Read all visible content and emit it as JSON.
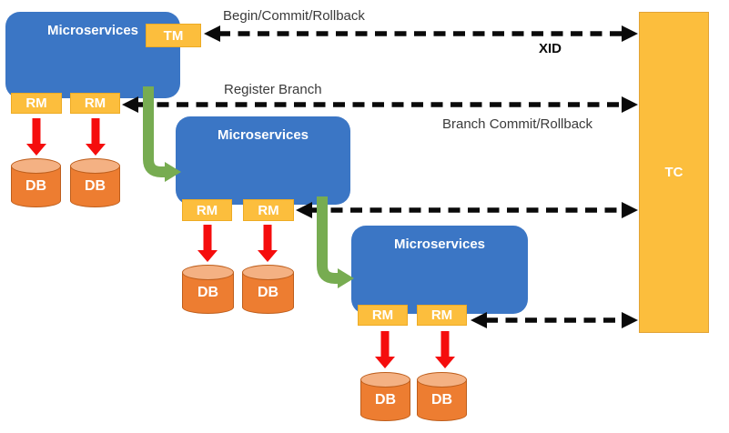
{
  "labels": {
    "microservices": "Microservices",
    "tm": "TM",
    "rm": "RM",
    "db": "DB",
    "tc": "TC"
  },
  "annotations": {
    "begin_commit_rollback": "Begin/Commit/Rollback",
    "xid": "XID",
    "register_branch": "Register Branch",
    "branch_commit_rollback": "Branch Commit/Rollback"
  },
  "colors": {
    "service_blue": "#3B76C5",
    "badge_yellow": "#FCBE3D",
    "db_orange": "#ED7D31",
    "db_top_orange": "#F4B183",
    "arrow_red": "#F50D0D",
    "flow_green": "#77AC51",
    "dashed_black": "#0A0A0A"
  }
}
